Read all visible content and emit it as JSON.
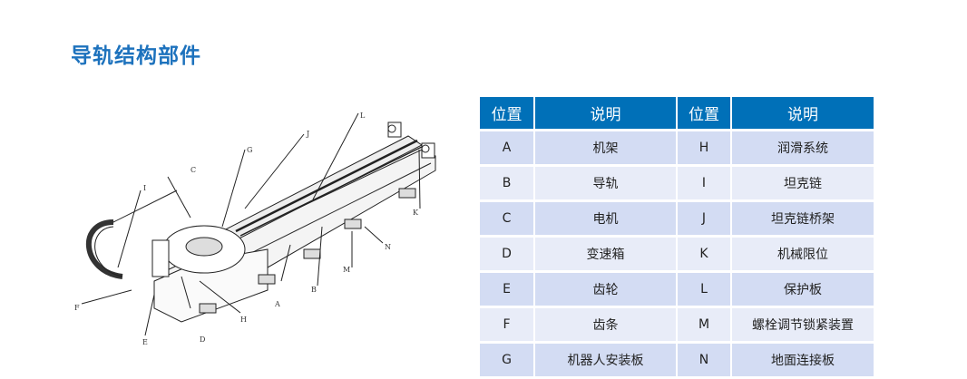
{
  "title": "导轨结构部件",
  "diagram": {
    "labels": [
      "A",
      "B",
      "C",
      "D",
      "E",
      "F",
      "G",
      "H",
      "I",
      "J",
      "K",
      "L",
      "M",
      "N"
    ]
  },
  "table": {
    "headers": [
      "位置",
      "说明",
      "位置",
      "说明"
    ],
    "rows": [
      [
        "A",
        "机架",
        "H",
        "润滑系统"
      ],
      [
        "B",
        "导轨",
        "I",
        "坦克链"
      ],
      [
        "C",
        "电机",
        "J",
        "坦克链桥架"
      ],
      [
        "D",
        "变速箱",
        "K",
        "机械限位"
      ],
      [
        "E",
        "齿轮",
        "L",
        "保护板"
      ],
      [
        "F",
        "齿条",
        "M",
        "螺栓调节锁紧装置"
      ],
      [
        "G",
        "机器人安装板",
        "N",
        "地面连接板"
      ]
    ]
  }
}
